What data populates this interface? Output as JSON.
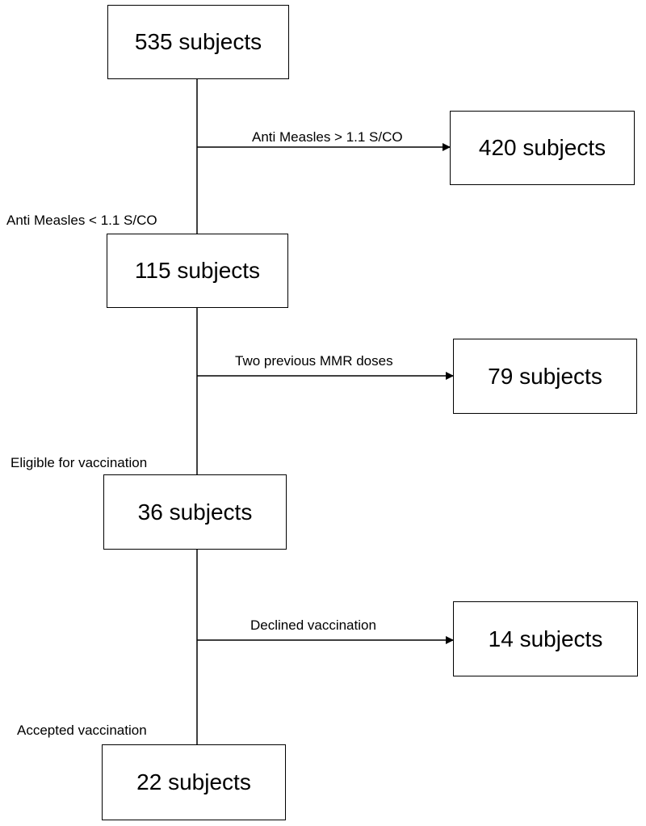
{
  "flowchart": {
    "main_boxes": [
      {
        "id": "start",
        "label": "535 subjects"
      },
      {
        "id": "low-antibody",
        "label": "115 subjects"
      },
      {
        "id": "eligible",
        "label": "36 subjects"
      },
      {
        "id": "accepted",
        "label": "22 subjects"
      }
    ],
    "side_boxes": [
      {
        "id": "high-antibody",
        "label": "420 subjects"
      },
      {
        "id": "two-doses",
        "label": "79 subjects"
      },
      {
        "id": "declined",
        "label": "14 subjects"
      }
    ],
    "branch_labels": [
      "Anti Measles > 1.1 S/CO",
      "Two previous MMR doses",
      "Declined vaccination"
    ],
    "step_labels": [
      "Anti Measles < 1.1 S/CO",
      "Eligible for vaccination",
      "Accepted vaccination"
    ]
  },
  "colors": {
    "line": "#000000",
    "box_border": "#000000",
    "background": "#ffffff"
  }
}
